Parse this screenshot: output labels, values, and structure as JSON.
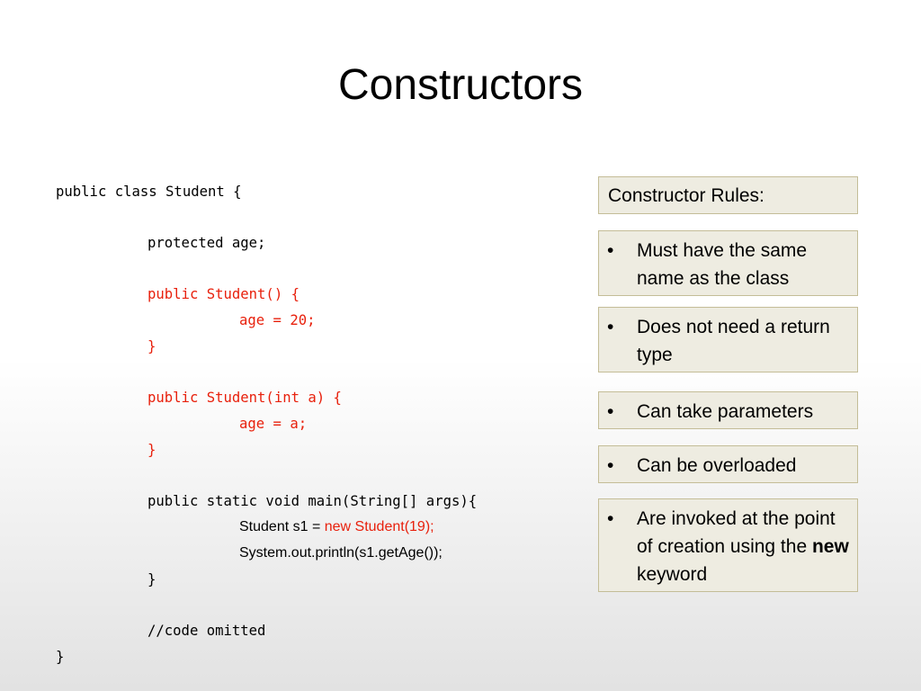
{
  "title": "Constructors",
  "code": {
    "line1": "public class Student {",
    "line2": "protected age;",
    "line3": "public Student() {",
    "line4": "age = 20;",
    "line5": "}",
    "line6": "public Student(int a) {",
    "line7": "age = a;",
    "line8": "}",
    "line9": "public static void main(String[] args){",
    "line10_a": "Student s1 = ",
    "line10_b": "new Student(19);",
    "line11": "System.out.println(s1.getAge());",
    "line12": "}",
    "line13": "//code omitted",
    "line14": "}"
  },
  "rules": {
    "header": "Constructor Rules:",
    "bullet": "•",
    "items": [
      "Must have the same name as the class",
      "Does not need a return type",
      "Can take parameters",
      "Can be overloaded"
    ],
    "last_item": {
      "before": "Are invoked at the point of creation using the ",
      "keyword": "new",
      "after": " keyword"
    }
  },
  "colors": {
    "code_highlight": "#e8200c",
    "box_fill": "#eeece1",
    "box_border": "#c4bd97"
  }
}
